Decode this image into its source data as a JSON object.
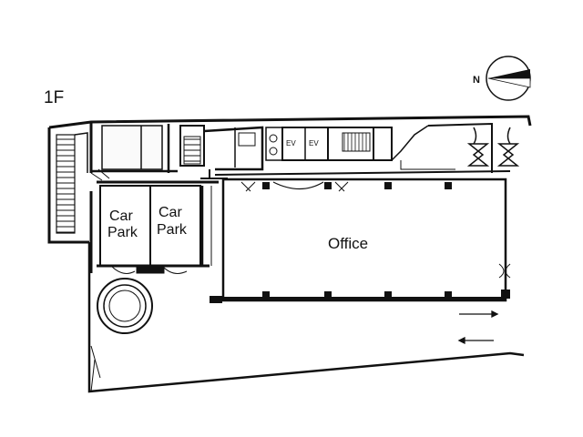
{
  "floor_label": "1F",
  "compass": {
    "north_letter": "N",
    "icon": "north-arrow-icon"
  },
  "rooms": {
    "car_park_1": {
      "line1": "Car",
      "line2": "Park"
    },
    "car_park_2": {
      "line1": "Car",
      "line2": "Park"
    },
    "office": "Office"
  },
  "elevators": [
    "EV",
    "EV"
  ],
  "traffic_arrows": [
    "arrow-right-icon",
    "arrow-left-icon"
  ],
  "colors": {
    "line": "#111111",
    "background": "#ffffff",
    "fill_light": "#f2f2f2"
  }
}
